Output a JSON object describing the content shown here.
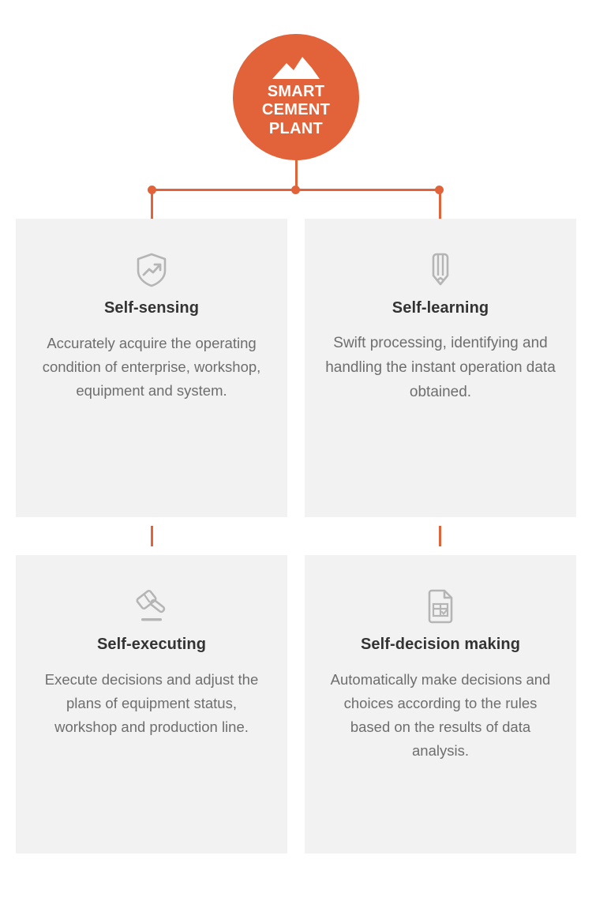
{
  "hub": {
    "icon": "mountain-factory-icon",
    "title_lines": [
      "SMART",
      "CEMENT",
      "PLANT"
    ],
    "title": "SMART CEMENT PLANT",
    "color": "#E2623A"
  },
  "connectors": {
    "color": "#E2623A",
    "dots": 3
  },
  "theme": {
    "accent": "#E2623A",
    "card_background": "#F2F2F2",
    "page_background": "#FFFFFF",
    "title_color": "#333333",
    "body_color": "#6E6E6E",
    "icon_color": "#B5B5B5"
  },
  "cards": [
    {
      "id": "self-sensing",
      "icon": "shield-trend-icon",
      "title": "Self-sensing",
      "description": "Accurately acquire the operating condition of enterprise, workshop, equipment and system."
    },
    {
      "id": "self-learning",
      "icon": "pencil-icon",
      "title": "Self-learning",
      "description": "Swift processing, identifying and handling the instant operation data obtained."
    },
    {
      "id": "self-executing",
      "icon": "gavel-icon",
      "title": "Self-executing",
      "description": "Execute decisions and adjust the plans of equipment status, workshop and production line."
    },
    {
      "id": "self-decision-making",
      "icon": "document-checklist-icon",
      "title": "Self-decision making",
      "description": "Automatically make decisions and choices according to the rules based on the results of data analysis."
    }
  ]
}
